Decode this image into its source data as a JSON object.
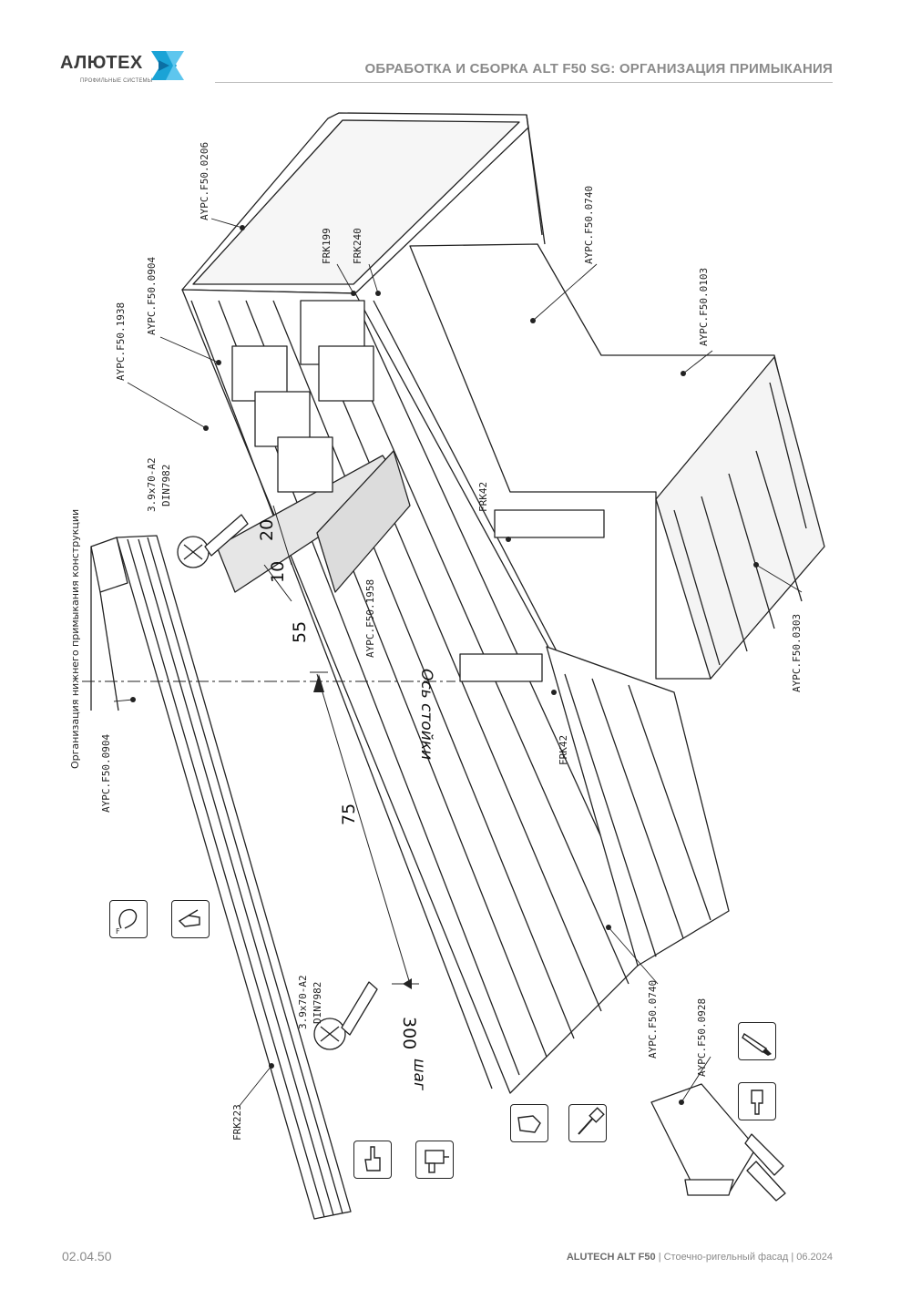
{
  "header": {
    "logo_text": "АЛЮТЕХ",
    "logo_subtitle": "ПРОФИЛЬНЫЕ СИСТЕМЫ",
    "title": "ОБРАБОТКА И СБОРКА ALT F50 SG: ОРГАНИЗАЦИЯ ПРИМЫКАНИЯ"
  },
  "drawing": {
    "caption": "Организация нижнего примыкания конструкции",
    "part_labels": {
      "p0206": "AYPC.F50.0206",
      "p0904_top": "AYPC.F50.0904",
      "p1938": "AYPC.F50.1938",
      "frk199": "FRK199",
      "frk240": "FRK240",
      "p0740_top": "AYPC.F50.0740",
      "p0103": "AYPC.F50.0103",
      "frk42_top": "FRK42",
      "screw_top_a": "3.9x70-A2",
      "screw_top_b": "DIN7982",
      "p1958": "AYPC.F50.1958",
      "p0303": "AYPC.F50.0303",
      "frk42_bottom": "FRK42",
      "p0904_left": "AYPC.F50.0904",
      "screw_bottom_a": "3.9x70-A2",
      "screw_bottom_b": "DIN7982",
      "frk223": "FRK223",
      "p0740_bottom": "AYPC.F50.0740",
      "p0928": "AYPC.F50.0928"
    },
    "dimensions": {
      "d20": "20",
      "d10": "10",
      "d55": "55",
      "d75": "75",
      "d300": "300"
    },
    "axis_label": "Ось стойки",
    "pitch_label": "шаг",
    "icon_f_label": "F"
  },
  "footer": {
    "page_number": "02.04.50",
    "brand": "ALUTECH ALT F50",
    "separator": "|",
    "subtitle": "Стоечно-ригельный фасад",
    "date": "06.2024"
  }
}
